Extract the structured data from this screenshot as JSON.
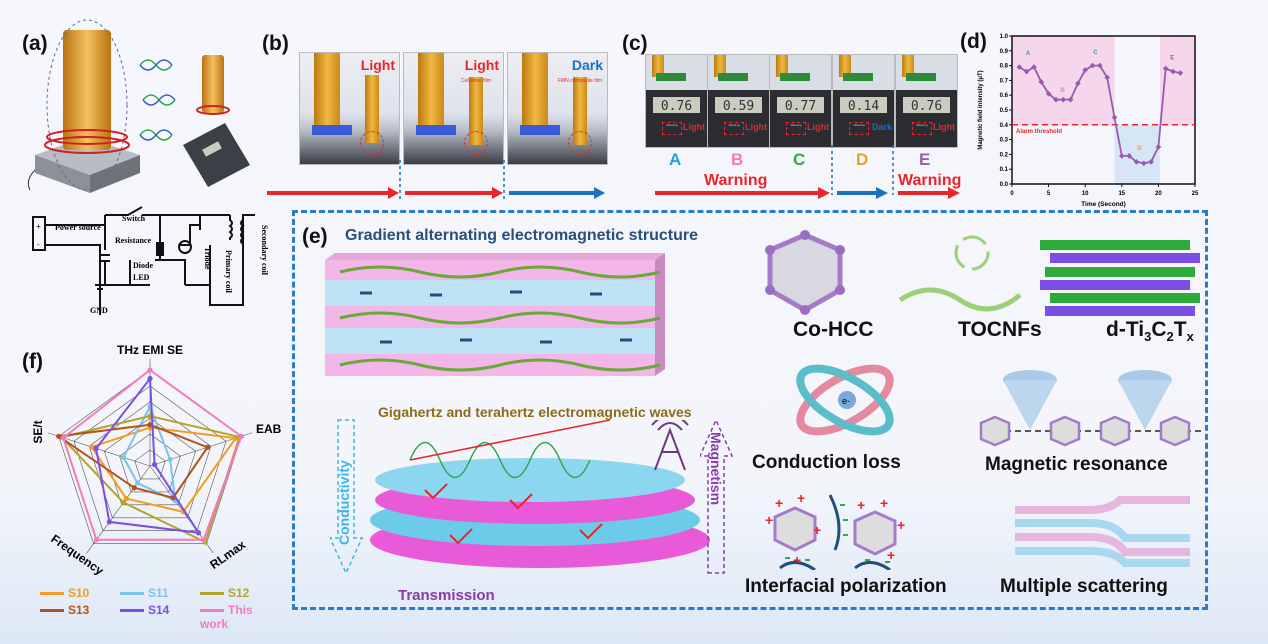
{
  "panels": {
    "a": {
      "label": "(a)",
      "circuit": [
        "Power source",
        "Switch",
        "Resistance",
        "Diode",
        "LED",
        "Triode",
        "Primary coil",
        "Secondary coil",
        "GND",
        "+",
        "-"
      ]
    },
    "b": {
      "label": "(b)",
      "photos": [
        {
          "state": "Light",
          "state_color": "#e8262b",
          "note": ""
        },
        {
          "state": "Light",
          "state_color": "#e8262b",
          "note": "Cellulose film"
        },
        {
          "state": "Dark",
          "state_color": "#1d6fc0",
          "note": "FMN composite film"
        }
      ]
    },
    "c": {
      "label": "(c)",
      "photos": [
        {
          "reading": "0.76",
          "state": "Light",
          "letter": "A",
          "letter_color": "#1fa3d8"
        },
        {
          "reading": "0.59",
          "state": "Light",
          "letter": "B",
          "letter_color": "#f07ac0"
        },
        {
          "reading": "0.77",
          "state": "Light",
          "letter": "C",
          "letter_color": "#2eaa4a"
        },
        {
          "reading": "0.14",
          "state": "Dark",
          "letter": "D",
          "letter_color": "#f0a020"
        },
        {
          "reading": "0.76",
          "state": "Light",
          "letter": "E",
          "letter_color": "#9a5ab8"
        }
      ],
      "warning_label": "Warning",
      "meter_label": "Warning"
    },
    "d": {
      "label": "(d)"
    },
    "e": {
      "label": "(e)",
      "title": "Gradient alternating electromagnetic structure",
      "waves_label": "Gigahertz and terahertz electromagnetic waves",
      "conductivity": "Conductivity",
      "magnetism": "Magnetism",
      "transmission": "Transmission",
      "electron": "e-",
      "components": [
        "Co-HCC",
        "TOCNFs"
      ],
      "mxene": {
        "prefix": "d-Ti",
        "s1": "3",
        "c": "C",
        "s2": "2",
        "t": "T",
        "s3": "x"
      },
      "mechanisms": [
        "Conduction loss",
        "Magnetic resonance",
        "Interfacial polarization",
        "Multiple scattering"
      ]
    },
    "f": {
      "label": "(f)"
    }
  },
  "colors": {
    "red_arrow": "#e8262b",
    "blue_arrow": "#1d6fc0",
    "dash_box": "#2b7bc8",
    "purple": "#9a5ab8"
  },
  "chart_data": [
    {
      "type": "line",
      "panel": "d",
      "xlabel": "Time (Second)",
      "ylabel": "Magnetic field intensity (μT)",
      "xlim": [
        0,
        25
      ],
      "ylim": [
        0,
        1.0
      ],
      "xticks": [
        0,
        5,
        10,
        15,
        20,
        25
      ],
      "yticks": [
        0.0,
        0.1,
        0.2,
        0.3,
        0.4,
        0.5,
        0.6,
        0.7,
        0.8,
        0.9,
        1.0
      ],
      "x": [
        1,
        2,
        3,
        4,
        5,
        6,
        7,
        8,
        9,
        10,
        11,
        12,
        13,
        14,
        15,
        16,
        17,
        18,
        19,
        20,
        21,
        22,
        23
      ],
      "y": [
        0.79,
        0.76,
        0.79,
        0.69,
        0.61,
        0.57,
        0.57,
        0.57,
        0.68,
        0.77,
        0.8,
        0.8,
        0.72,
        0.45,
        0.19,
        0.19,
        0.15,
        0.14,
        0.15,
        0.25,
        0.78,
        0.76,
        0.75
      ],
      "series_color": "#9b59b6",
      "threshold": {
        "value": 0.4,
        "label": "Alarm threshold",
        "color": "#e8262b"
      },
      "regions": [
        {
          "x": [
            0,
            14
          ],
          "y": [
            0.4,
            1.0
          ],
          "color": "#f5d6ea"
        },
        {
          "x": [
            14,
            20.2
          ],
          "y": [
            0,
            0.4
          ],
          "color": "#d6e6f7"
        },
        {
          "x": [
            20.2,
            25
          ],
          "y": [
            0.4,
            1.0
          ],
          "color": "#f5d6ea"
        }
      ],
      "annotations": [
        {
          "text": "A",
          "x": 2.2,
          "y": 0.87,
          "color": "#1fa3d8"
        },
        {
          "text": "B",
          "x": 6.9,
          "y": 0.62,
          "color": "#f07ac0"
        },
        {
          "text": "C",
          "x": 11.4,
          "y": 0.88,
          "color": "#2eaa4a"
        },
        {
          "text": "D",
          "x": 17.4,
          "y": 0.23,
          "color": "#f0a020"
        },
        {
          "text": "E",
          "x": 21.9,
          "y": 0.84,
          "color": "#9a5ab8"
        }
      ],
      "grid": false
    },
    {
      "type": "radar",
      "panel": "f",
      "axes": [
        "THz EMI SE",
        "EAB",
        "RLmax",
        "Frequency",
        "SE/t"
      ],
      "range": [
        0,
        1
      ],
      "rings": 6,
      "legend_placement": "bottom",
      "series": [
        {
          "name": "S10",
          "color": "#f39c1f",
          "values": [
            0.4,
            0.94,
            0.59,
            0.42,
            0.64
          ]
        },
        {
          "name": "S11",
          "color": "#7cc4f0",
          "values": [
            0.62,
            0.22,
            0.45,
            0.22,
            0.29
          ]
        },
        {
          "name": "S12",
          "color": "#b3a52a",
          "values": [
            0.52,
            0.98,
            0.98,
            0.47,
            0.97
          ]
        },
        {
          "name": "S13",
          "color": "#b0541c",
          "values": [
            0.43,
            0.63,
            0.41,
            0.28,
            1.0
          ]
        },
        {
          "name": "S14",
          "color": "#7b4fe6",
          "values": [
            0.91,
            0.05,
            0.86,
            0.72,
            0.59
          ]
        },
        {
          "name": "This work",
          "color": "#f47ac0",
          "values": [
            1.0,
            1.0,
            0.95,
            0.95,
            0.95
          ]
        }
      ]
    }
  ]
}
